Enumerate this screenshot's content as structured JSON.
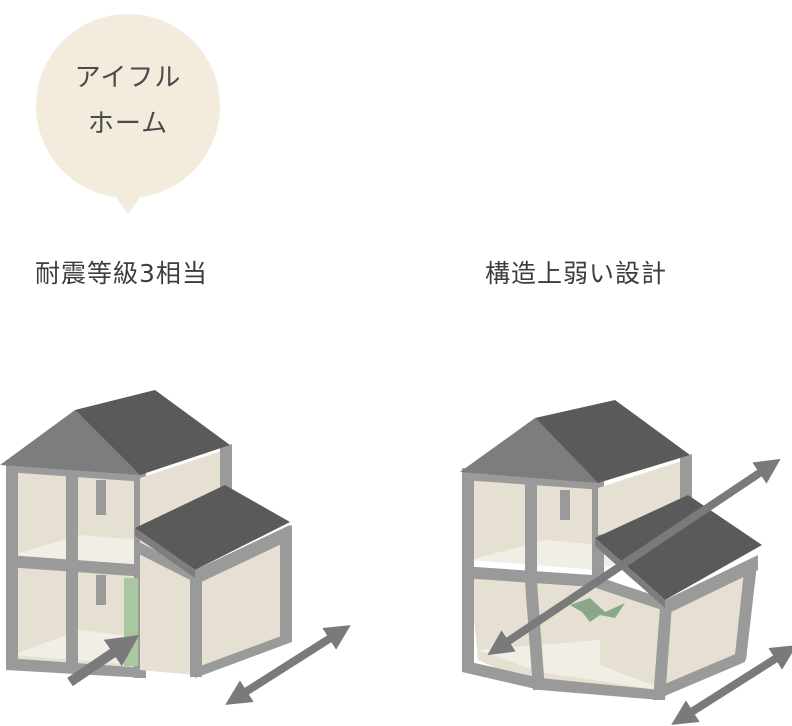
{
  "bubble": {
    "line1": "アイフル",
    "line2": "ホーム"
  },
  "left_label": "耐震等級3相当",
  "right_label": "構造上弱い設計",
  "colors": {
    "bubble": "#f3ebdc",
    "frame": "#9a9a9a",
    "roof_dark": "#5a5a5a",
    "roof_light": "#7d7d7d",
    "wall": "#e6e0d3",
    "floor": "#f1eee6",
    "brace": "#a9c8a0",
    "arrow": "#7a7a7a"
  }
}
